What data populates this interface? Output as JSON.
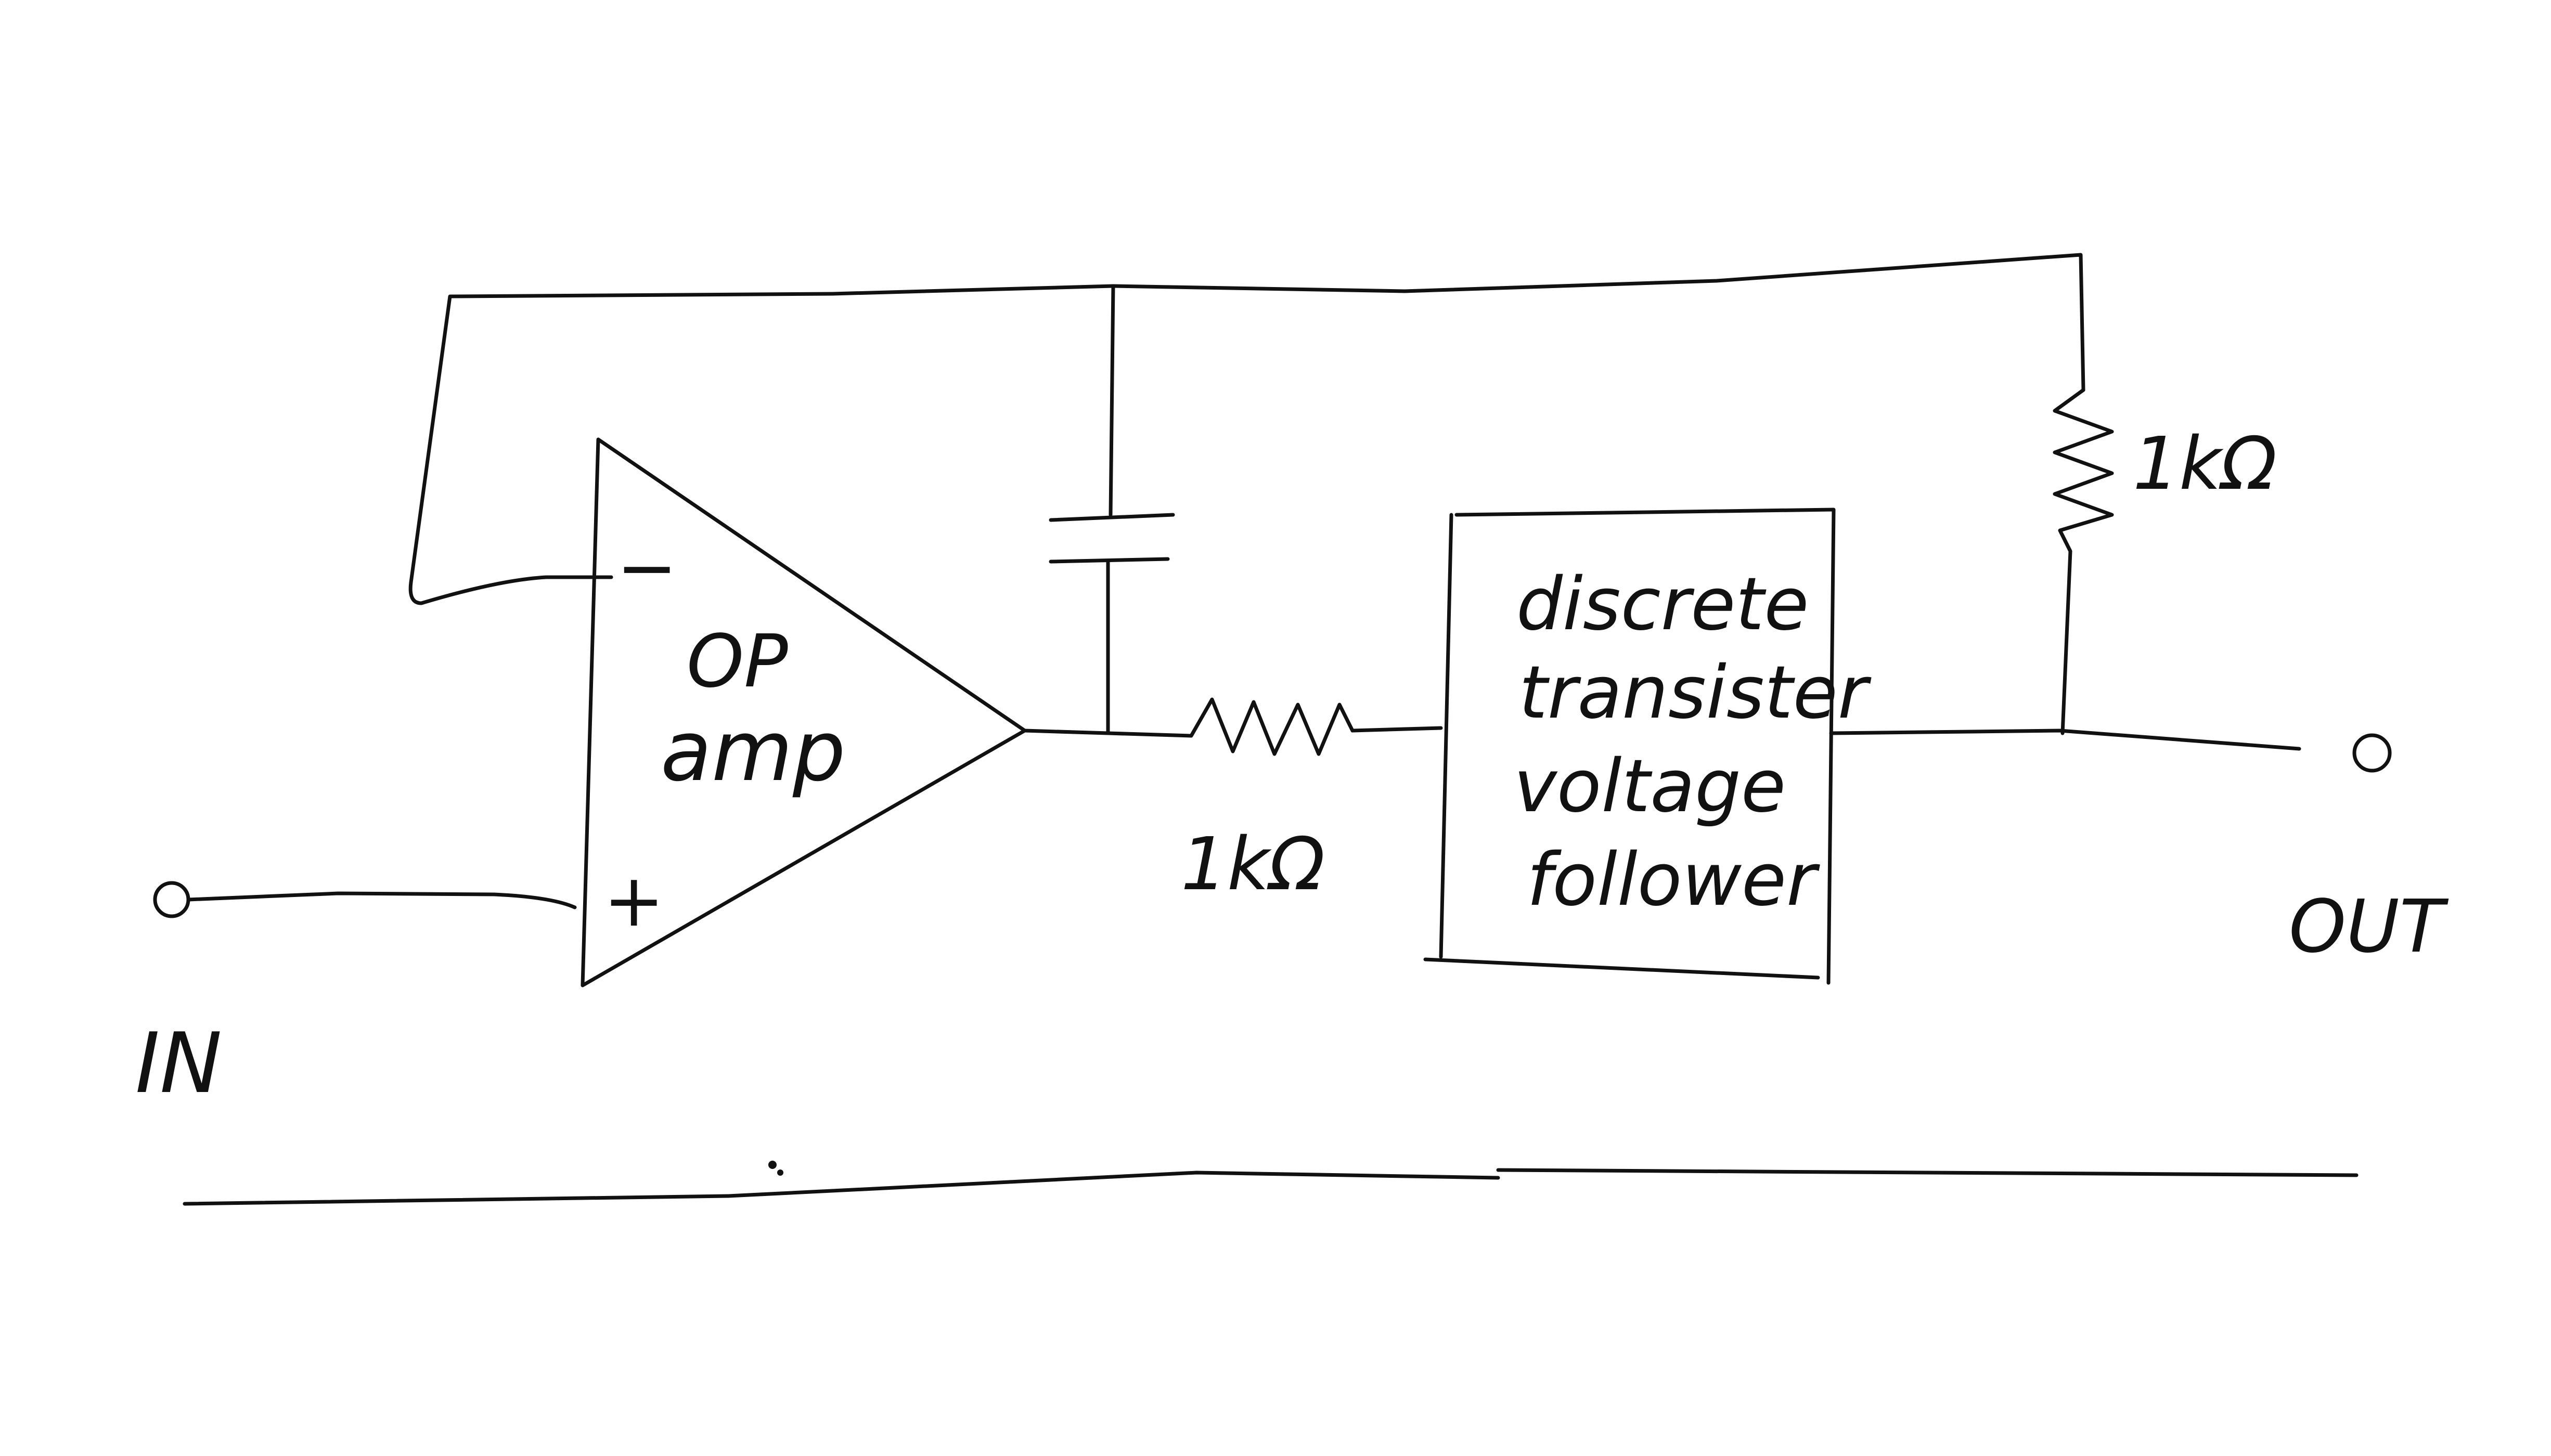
{
  "diagram": {
    "opamp": {
      "line1": "OP",
      "line2": "amp",
      "minus": "−",
      "plus": "+"
    },
    "resistor_series": {
      "label": "1kΩ"
    },
    "resistor_feedback": {
      "label": "1kΩ"
    },
    "follower_box": {
      "line1": "discrete",
      "line2": "transister",
      "line3": "voltage",
      "line4": "follower"
    },
    "input": {
      "label": "IN"
    },
    "output": {
      "label": "OUT"
    }
  },
  "colors": {
    "ink": "#111111",
    "paper": "#ffffff"
  }
}
